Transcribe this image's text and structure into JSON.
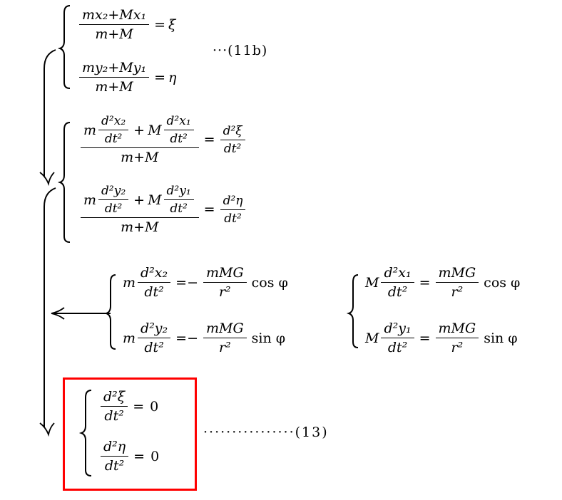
{
  "colors": {
    "highlight_box": "#ff0000",
    "ink": "#000000"
  },
  "eq11b": {
    "row1": {
      "num": "mx₂+Mx₁",
      "den": "m+M",
      "eq": "=",
      "rhs": "ξ"
    },
    "row2": {
      "num": "my₂+My₁",
      "den": "m+M",
      "eq": "=",
      "rhs": "η"
    },
    "label": "···(11b)"
  },
  "accel": {
    "row1": {
      "c1": "m",
      "n1": "d²x₂",
      "d1": "dt²",
      "plus": "+",
      "c2": "M",
      "n2": "d²x₁",
      "d2": "dt²",
      "den": "m+M",
      "eq": "=",
      "rn": "d²ξ",
      "rd": "dt²"
    },
    "row2": {
      "c1": "m",
      "n1": "d²y₂",
      "d1": "dt²",
      "plus": "+",
      "c2": "M",
      "n2": "d²y₁",
      "d2": "dt²",
      "den": "m+M",
      "eq": "=",
      "rn": "d²η",
      "rd": "dt²"
    }
  },
  "force_m": {
    "row1": {
      "c": "m",
      "n": "d²x₂",
      "d": "dt²",
      "eq": "=−",
      "fn": "mMG",
      "fd": "r²",
      "trig": "cos φ"
    },
    "row2": {
      "c": "m",
      "n": "d²y₂",
      "d": "dt²",
      "eq": "=−",
      "fn": "mMG",
      "fd": "r²",
      "trig": "sin φ"
    }
  },
  "force_M": {
    "row1": {
      "c": "M",
      "n": "d²x₁",
      "d": "dt²",
      "eq": "=",
      "fn": "mMG",
      "fd": "r²",
      "trig": "cos φ"
    },
    "row2": {
      "c": "M",
      "n": "d²y₁",
      "d": "dt²",
      "eq": "=",
      "fn": "mMG",
      "fd": "r²",
      "trig": "sin φ"
    }
  },
  "eq13": {
    "row1": {
      "n": "d²ξ",
      "d": "dt²",
      "eq": "=",
      "rhs": "0"
    },
    "row2": {
      "n": "d²η",
      "d": "dt²",
      "eq": "=",
      "rhs": "0"
    },
    "label": "················(13)"
  }
}
